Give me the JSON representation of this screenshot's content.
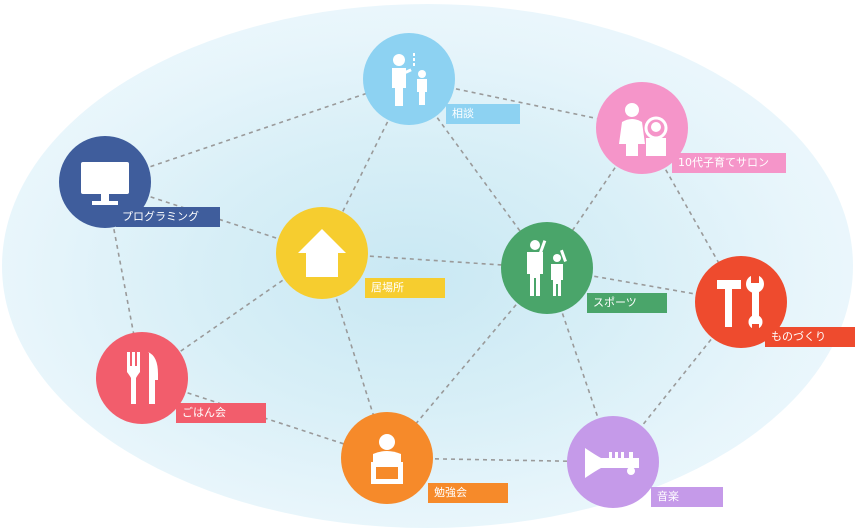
{
  "nodes": [
    {
      "id": "soudan",
      "label": "相談",
      "color": "#8dd2f2",
      "icon": "consultation-icon"
    },
    {
      "id": "salon",
      "label": "10代子育てサロン",
      "color": "#f595c9",
      "icon": "parent-child-icon"
    },
    {
      "id": "programming",
      "label": "プログラミング",
      "color": "#3f5d9c",
      "icon": "monitor-icon"
    },
    {
      "id": "ibasho",
      "label": "居場所",
      "color": "#f6cd2f",
      "icon": "house-icon"
    },
    {
      "id": "sports",
      "label": "スポーツ",
      "color": "#4aa56a",
      "icon": "sports-people-icon"
    },
    {
      "id": "monozukuri",
      "label": "ものづくり",
      "color": "#ee4b2e",
      "icon": "tools-icon"
    },
    {
      "id": "gohan",
      "label": "ごはん会",
      "color": "#f25d6c",
      "icon": "fork-knife-icon"
    },
    {
      "id": "benkyou",
      "label": "勉強会",
      "color": "#f68a2a",
      "icon": "study-icon"
    },
    {
      "id": "ongaku",
      "label": "音楽",
      "color": "#c59ae9",
      "icon": "trumpet-icon"
    }
  ],
  "links": [
    [
      "programming",
      "soudan"
    ],
    [
      "soudan",
      "salon"
    ],
    [
      "programming",
      "ibasho"
    ],
    [
      "soudan",
      "ibasho"
    ],
    [
      "soudan",
      "sports"
    ],
    [
      "ibasho",
      "sports"
    ],
    [
      "salon",
      "sports"
    ],
    [
      "salon",
      "monozukuri"
    ],
    [
      "sports",
      "monozukuri"
    ],
    [
      "programming",
      "gohan"
    ],
    [
      "ibasho",
      "gohan"
    ],
    [
      "ibasho",
      "benkyou"
    ],
    [
      "sports",
      "benkyou"
    ],
    [
      "sports",
      "ongaku"
    ],
    [
      "monozukuri",
      "ongaku"
    ],
    [
      "gohan",
      "benkyou"
    ],
    [
      "benkyou",
      "ongaku"
    ]
  ]
}
